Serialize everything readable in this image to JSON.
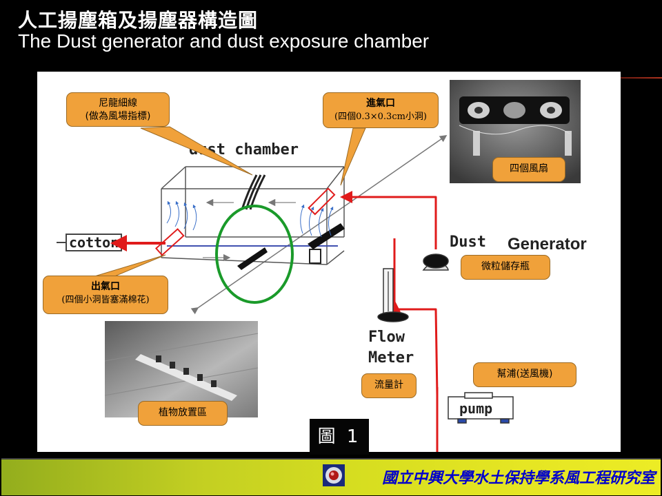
{
  "slide": {
    "title_zh": "人工揚塵箱及揚塵器構造圖",
    "title_en": "The Dust generator and dust exposure chamber"
  },
  "diagram": {
    "sketch_labels": {
      "dust_chamber": "dust chamber",
      "cotton": "cotton",
      "dust": "Dust",
      "generator": "Generator",
      "flow": "Flow",
      "meter": "Meter",
      "pump": "pump"
    },
    "callouts": {
      "nylon": {
        "line1": "尼龍細線",
        "line2": "(做為風場指標)"
      },
      "inlet": {
        "line1": "進氣口",
        "line2": "(四個0.3×0.3cm小洞)"
      },
      "fans": "四個風扇",
      "bottle": "微粒儲存瓶",
      "outlet": {
        "line1": "出氣口",
        "line2": "(四個小洞皆塞滿棉花)"
      },
      "pump": "幫浦(送風機)",
      "flowmeter": "流量計",
      "plant_area": "植物放置區"
    },
    "figure_label": "圖 1"
  },
  "footer": {
    "institution": "國立中興大學水土保持學系風工程研究室"
  },
  "colors": {
    "callout_fill": "#f0a13a",
    "arrow_red": "#e01b1b",
    "circle_green": "#1a9a2a",
    "footer_text": "#0000cc"
  }
}
